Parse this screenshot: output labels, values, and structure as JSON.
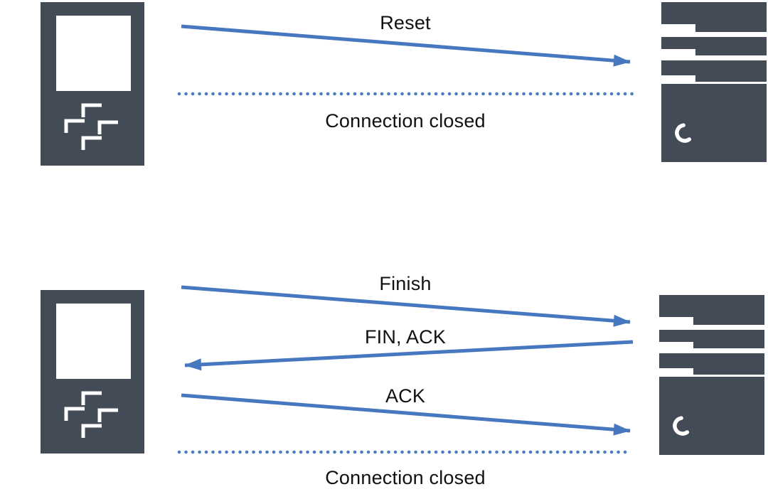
{
  "colors": {
    "background": "#FFFFFF",
    "device": "#434B56",
    "arrow": "#4778BF",
    "dots": "#4A7CC2",
    "text": "#111111"
  },
  "nodes": {
    "left": "client-device",
    "right": "server"
  },
  "sections": [
    {
      "name": "reset-termination",
      "messages": [
        {
          "label": "Reset",
          "direction": "left-to-right"
        }
      ],
      "status": "Connection closed"
    },
    {
      "name": "fin-termination",
      "messages": [
        {
          "label": "Finish",
          "direction": "left-to-right"
        },
        {
          "label": "FIN, ACK",
          "direction": "right-to-left"
        },
        {
          "label": "ACK",
          "direction": "left-to-right"
        }
      ],
      "status": "Connection closed"
    }
  ]
}
